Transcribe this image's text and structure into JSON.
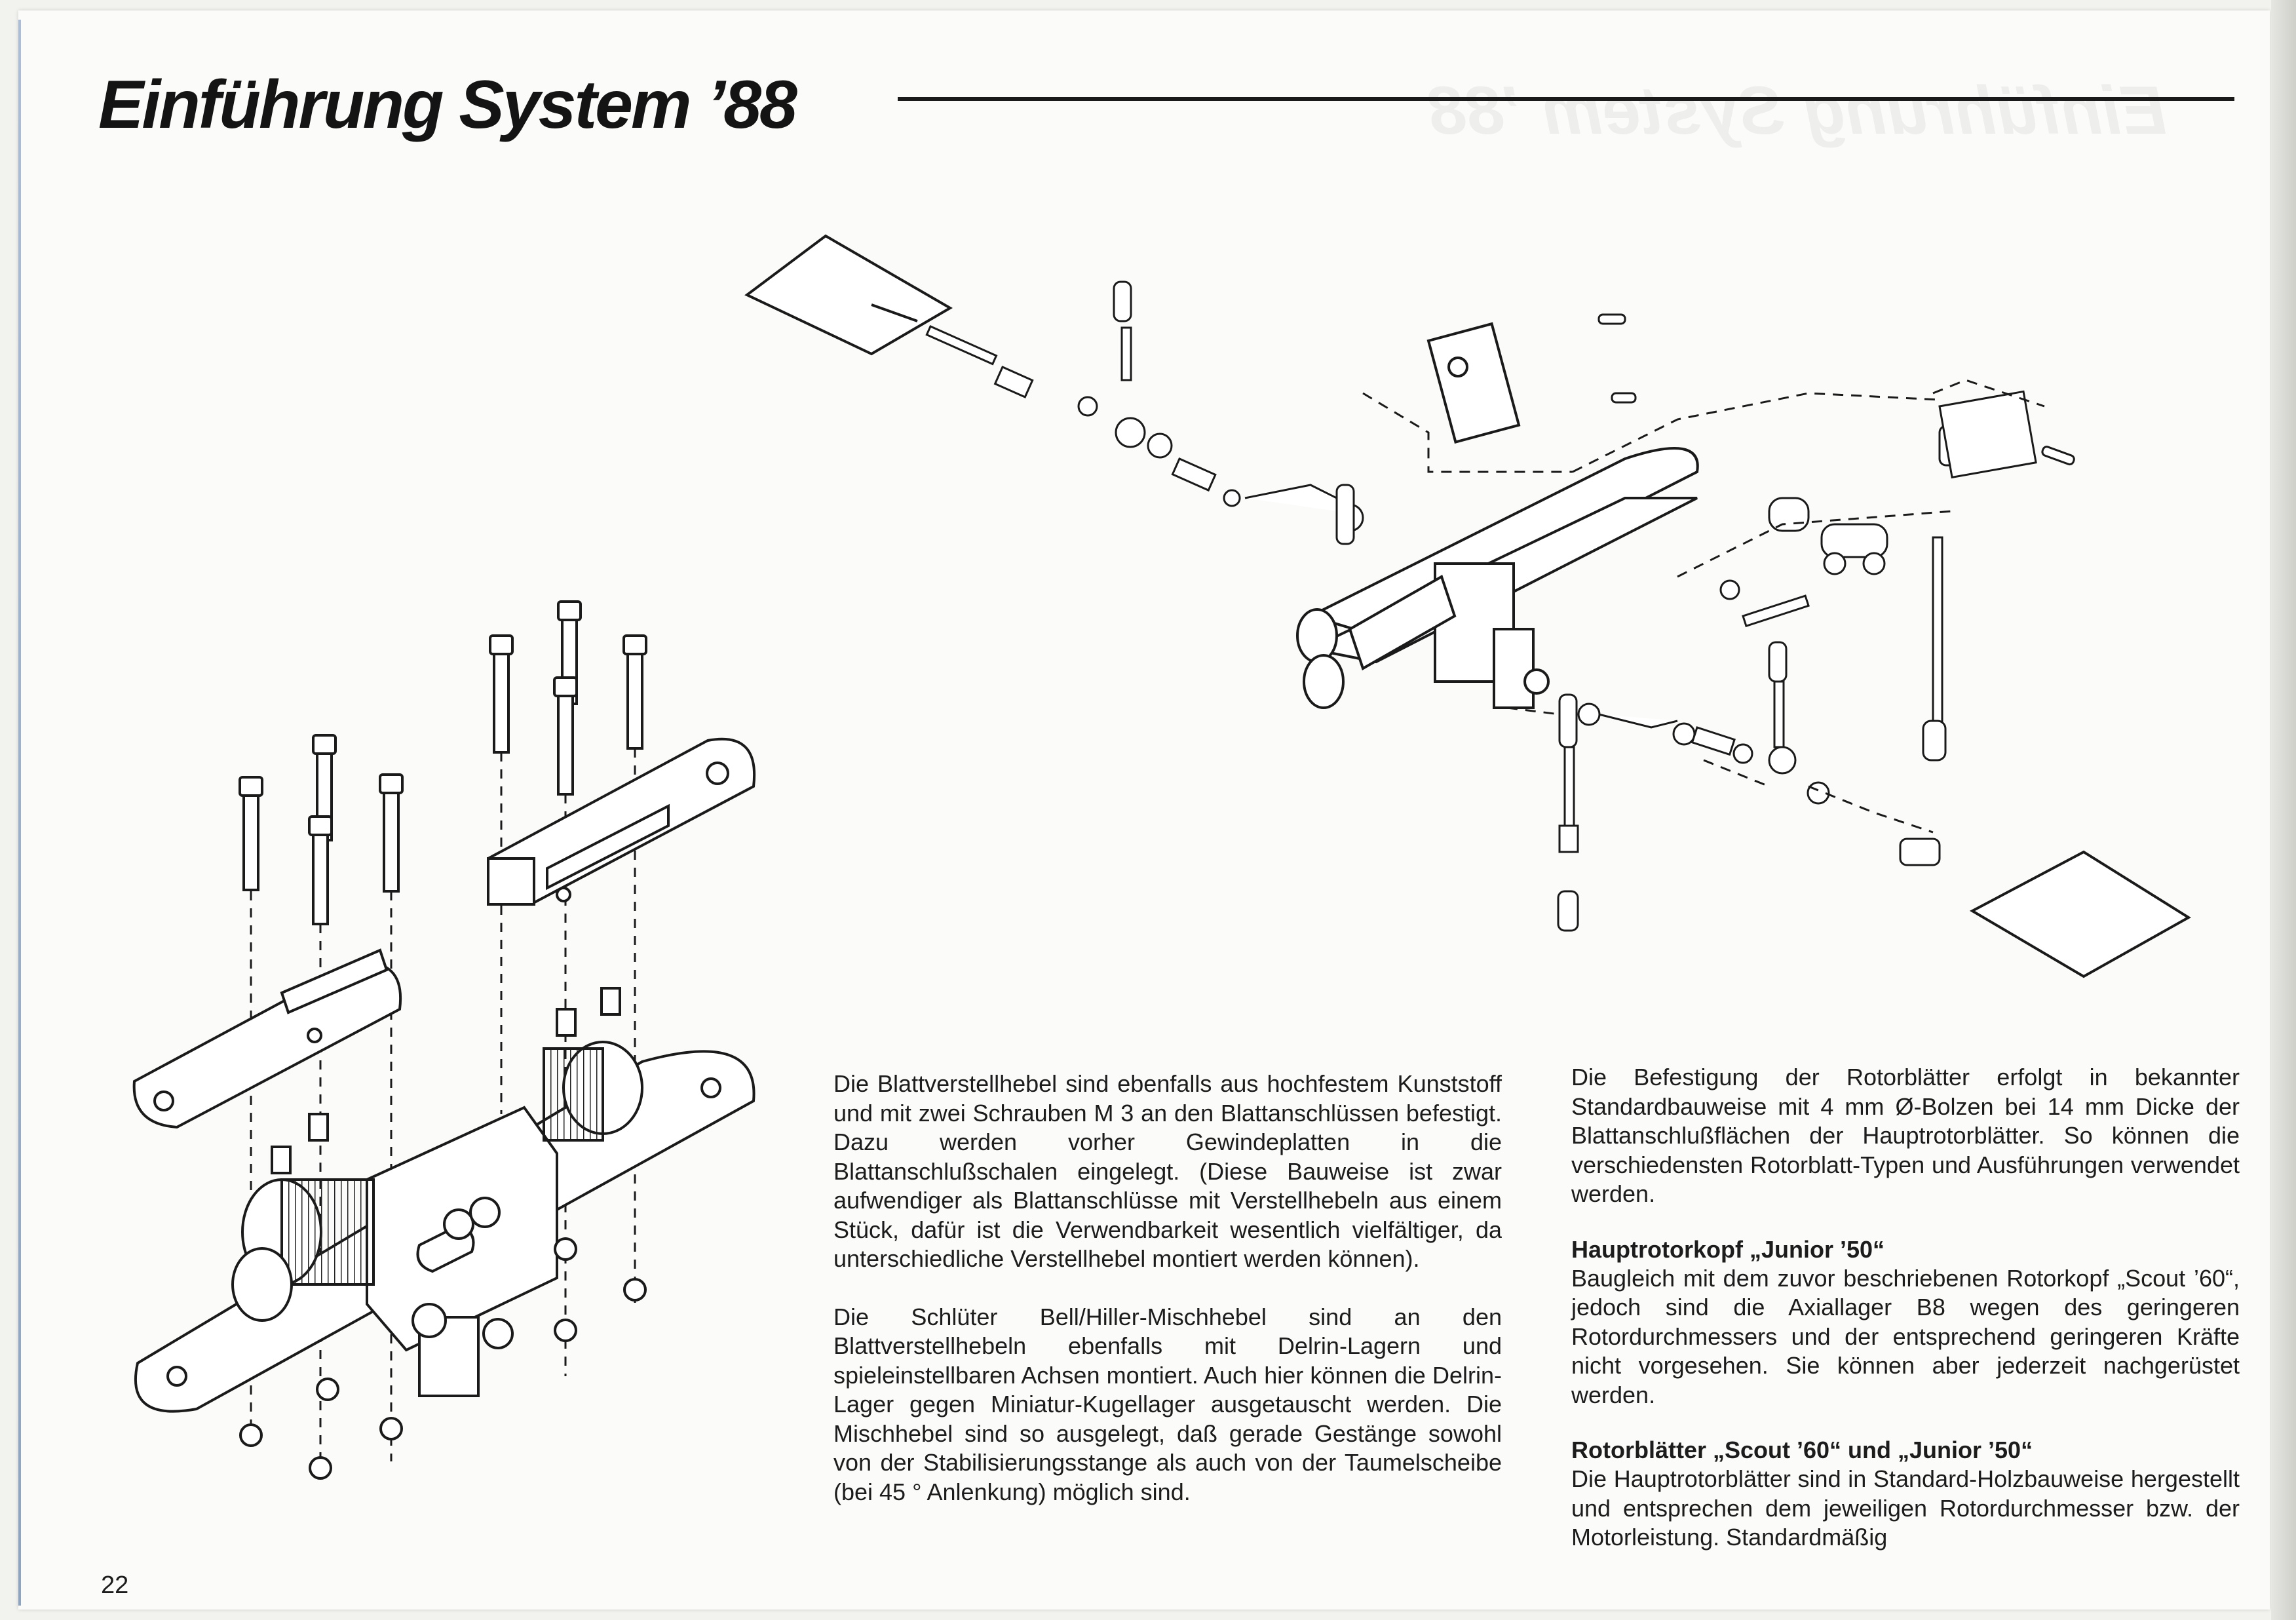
{
  "title": "Einführung System ’88",
  "page_number": "22",
  "column1": {
    "paragraph1": "Die Blattverstellhebel sind ebenfalls aus hochfestem Kunststoff und mit zwei Schrauben M 3 an den Blattanschlüssen befestigt. Dazu werden vorher Gewindeplatten in die Blattanschlußschalen eingelegt. (Diese Bauweise ist zwar aufwendiger als Blattanschlüsse mit Verstellhebeln aus einem Stück, dafür ist die Verwendbarkeit wesentlich vielfältiger, da unterschiedliche Verstellhebel montiert werden können).",
    "paragraph2": "Die Schlüter Bell/Hiller-Mischhebel sind an den Blattverstellhebeln ebenfalls mit Delrin-Lagern und spieleinstellbaren Achsen montiert. Auch hier können die Delrin-Lager gegen Miniatur-Kugellager ausgetauscht werden. Die Mischhebel sind so ausgelegt, daß gerade Gestänge sowohl von der Stabilisierungsstange als auch von der Taumelscheibe (bei 45 ° Anlenkung) möglich sind."
  },
  "column2": {
    "paragraph1": "Die Befestigung der Rotorblätter erfolgt in bekannter Standardbauweise mit 4 mm Ø-Bolzen bei 14 mm Dicke der Blattanschlußflächen der Hauptrotorblätter. So können die verschiedensten Rotorblatt-Typen und Ausführungen verwendet werden.",
    "heading1": "Hauptrotorkopf „Junior ’50“",
    "paragraph2": "Baugleich mit dem zuvor beschriebenen Rotorkopf „Scout ’60“, jedoch sind die Axiallager B8 wegen des geringeren Rotordurchmessers und der entsprechend geringeren Kräfte nicht vorgesehen. Sie können aber jederzeit nachgerüstet werden.",
    "heading2": "Rotorblätter „Scout ’60“ und „Junior ’50“",
    "paragraph3": "Die Hauptrotorblätter sind in Standard-Holzbauweise hergestellt und entsprechen dem jeweiligen Rotordurchmesser bzw. der Motorleistung. Standardmäßig"
  },
  "colors": {
    "ink": "#1a1a1a",
    "paper": "#fbfbf9",
    "edge_blue": "#6f8db8"
  }
}
